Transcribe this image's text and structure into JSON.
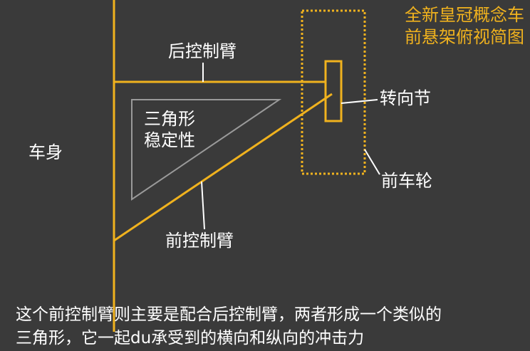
{
  "title": {
    "line1": "全新皇冠概念车",
    "line2": "前悬架俯视简图"
  },
  "labels": {
    "rear_arm": "后控制臂",
    "front_arm": "前控制臂",
    "body": "车身",
    "knuckle": "转向节",
    "front_wheel": "前车轮",
    "triangle_line1": "三角形",
    "triangle_line2": "稳定性"
  },
  "caption": {
    "line1": "这个前控制臂则主要是配合后控制臂，两者形成一个类似的",
    "line2": "三角形，它一起du承受到的横向和纵向的冲击力"
  },
  "colors": {
    "accent": "#f0b21e",
    "background": "#3a3a3a",
    "text": "#ffffff",
    "triangle_outline": "#9a9a9a"
  }
}
